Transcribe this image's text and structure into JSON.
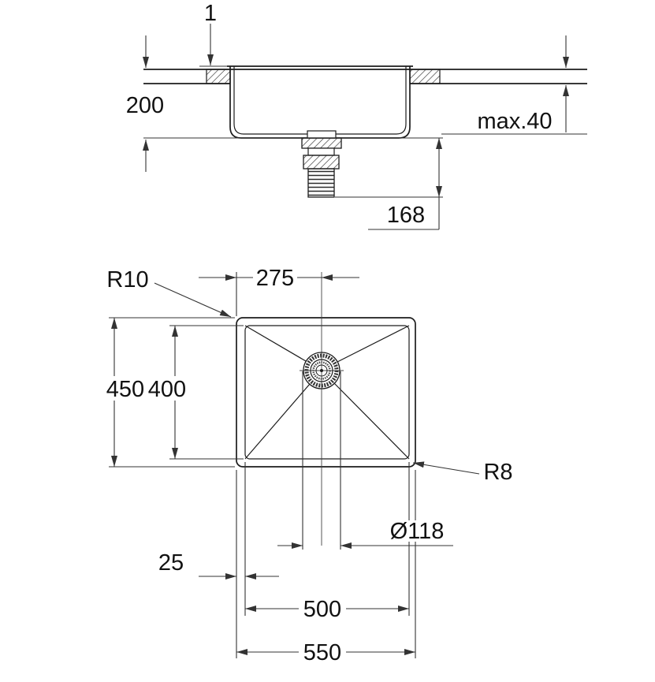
{
  "drawing": {
    "section_view": {
      "rim_height": "1",
      "bowl_depth": "200",
      "counter_thickness_max": "max.40",
      "drain_clearance": "168"
    },
    "plan_view": {
      "outer_corner_radius": "R10",
      "drain_center_from_left": "275",
      "outer_depth": "450",
      "bowl_depth": "400",
      "bowl_corner_radius": "R8",
      "drain_diameter": "Ø118",
      "rim_to_bowl_offset": "25",
      "bowl_width": "500",
      "outer_width": "550"
    }
  }
}
